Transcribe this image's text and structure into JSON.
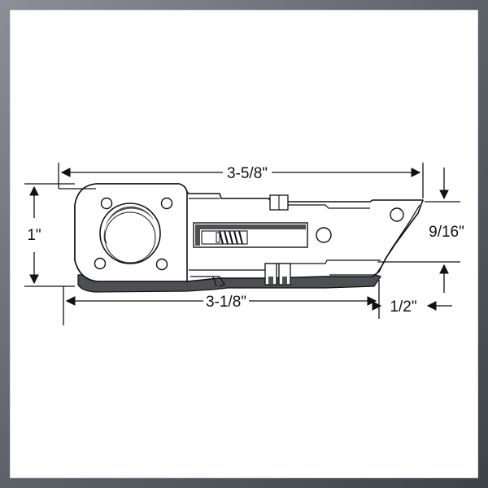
{
  "dimensions": {
    "overall_length": "3-5/8\"",
    "body_length": "3-1/8\"",
    "height": "1\"",
    "tail_width": "1/2\"",
    "tail_height": "9/16\""
  },
  "colors": {
    "frame_dark": "#4a4f54",
    "shadow": "#4d4f52",
    "line": "#111111",
    "fill": "#ffffff"
  }
}
